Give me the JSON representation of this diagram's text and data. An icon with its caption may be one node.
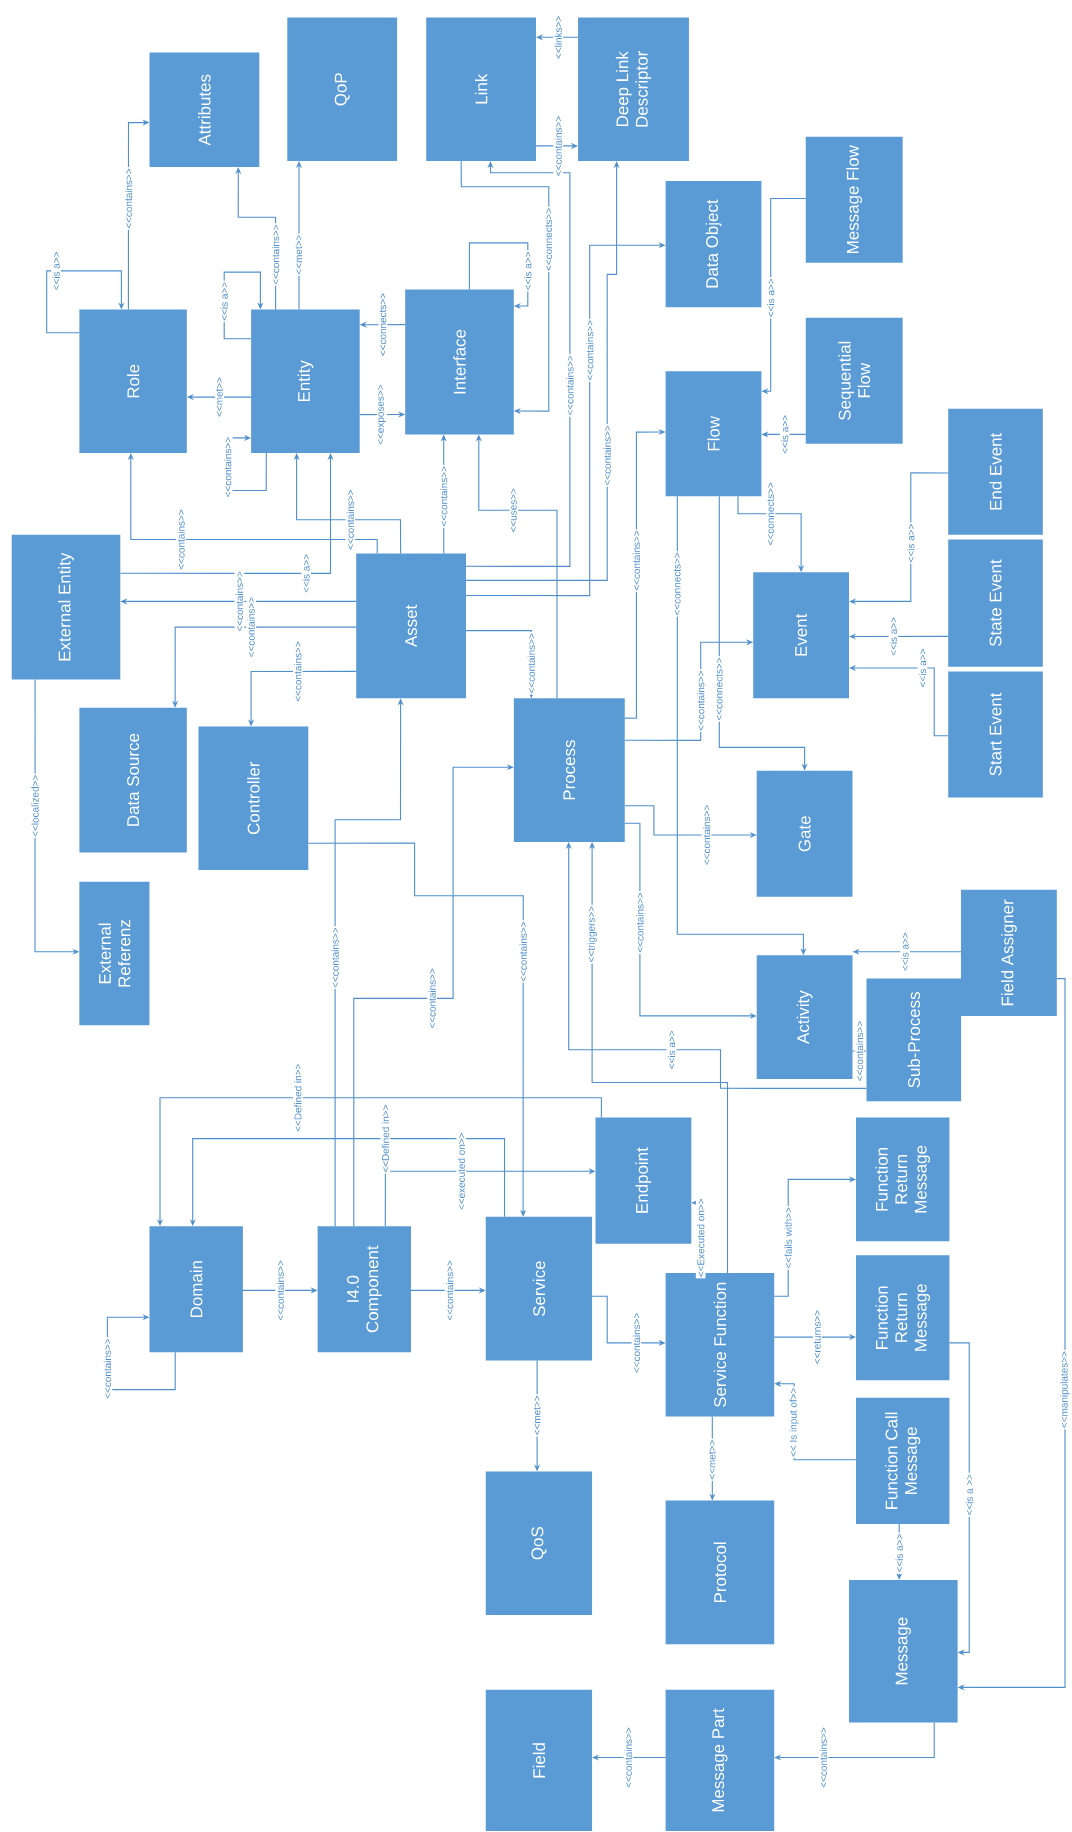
{
  "diagram": {
    "nodes": [
      {
        "text": [
          "Attributes"
        ]
      },
      {
        "text": [
          "QoP"
        ]
      },
      {
        "text": [
          "Link"
        ]
      },
      {
        "text": [
          "Deep Link Descriptor"
        ]
      },
      {
        "text": [
          "Message Flow"
        ]
      },
      {
        "text": [
          "Data Object"
        ]
      },
      {
        "text": [
          "Role"
        ]
      },
      {
        "text": [
          "Entity"
        ]
      },
      {
        "text": [
          "Interface"
        ]
      },
      {
        "text": [
          "Flow"
        ]
      },
      {
        "text": [
          "Sequential Flow"
        ]
      },
      {
        "text": [
          "External Entity"
        ]
      },
      {
        "text": [
          "Asset"
        ]
      },
      {
        "text": [
          "End Event"
        ]
      },
      {
        "text": [
          "State Event"
        ]
      },
      {
        "text": [
          "Start Event"
        ]
      },
      {
        "text": [
          "Event"
        ]
      },
      {
        "text": [
          "Data Source"
        ]
      },
      {
        "text": [
          "Controller"
        ]
      },
      {
        "text": [
          "Process"
        ]
      },
      {
        "text": [
          "Gate"
        ]
      },
      {
        "text": [
          "External Referenz"
        ]
      },
      {
        "text": [
          "Field Assigner"
        ]
      },
      {
        "text": [
          "Activity"
        ]
      },
      {
        "text": [
          "Sub-Process"
        ]
      },
      {
        "text": [
          "Endpoint"
        ]
      },
      {
        "text": [
          "Function Return Message"
        ]
      },
      {
        "text": [
          "Domain"
        ]
      },
      {
        "text": [
          "I4.0 Component"
        ]
      },
      {
        "text": [
          "Service"
        ]
      },
      {
        "text": [
          "Service Function"
        ]
      },
      {
        "text": [
          "Function Return Message"
        ]
      },
      {
        "text": [
          "Function Call Message"
        ]
      },
      {
        "text": [
          "QoS"
        ]
      },
      {
        "text": [
          "Protocol"
        ]
      },
      {
        "text": [
          "Message"
        ]
      },
      {
        "text": [
          "Field"
        ]
      },
      {
        "text": [
          "Message Part"
        ]
      }
    ],
    "edges": [
      {
        "from": 3,
        "to": 2,
        "arrow": "to",
        "label": "<<links>>"
      },
      {
        "from": 2,
        "to": 3,
        "arrow": "to",
        "label": "<<contains>>"
      },
      {
        "from": 6,
        "to": 0,
        "arrow": "to",
        "label": "<<contains>>"
      },
      {
        "from": 6,
        "to": 6,
        "arrow": "to",
        "label": "<<is a>>"
      },
      {
        "from": 7,
        "to": 0,
        "arrow": "to",
        "label": "<<contains>>"
      },
      {
        "from": 7,
        "to": 1,
        "arrow": "to",
        "label": "<<met>>"
      },
      {
        "from": 7,
        "to": 7,
        "arrow": "to",
        "label": "<<is a>>"
      },
      {
        "from": 7,
        "to": 6,
        "arrow": "to",
        "label": "<<met>>"
      },
      {
        "from": 7,
        "to": 7,
        "arrow": "to",
        "label": "<<contains>>"
      },
      {
        "from": 8,
        "to": 7,
        "arrow": "to",
        "label": "<<connects>>"
      },
      {
        "from": 7,
        "to": 8,
        "arrow": "to",
        "label": "<<exposes>>"
      },
      {
        "from": 8,
        "to": 8,
        "arrow": "to",
        "label": "<<is a>>"
      },
      {
        "from": 2,
        "to": 8,
        "arrow": "to",
        "label": "<<connects>>"
      },
      {
        "from": 12,
        "to": 2,
        "arrow": "to",
        "label": "<<contains>>"
      },
      {
        "from": 12,
        "to": 3,
        "arrow": "to",
        "label": "<<contains>>"
      },
      {
        "from": 12,
        "to": 5,
        "arrow": "to",
        "label": "<<contains>>"
      },
      {
        "from": 12,
        "to": 8,
        "arrow": "to",
        "label": "<<contains>>"
      },
      {
        "from": 19,
        "to": 8,
        "arrow": "to",
        "label": "<<uses>>"
      },
      {
        "from": 12,
        "to": 7,
        "arrow": "to",
        "label": "<<contains>>"
      },
      {
        "from": 11,
        "to": 7,
        "arrow": "to",
        "label": "<<is a>>"
      },
      {
        "from": 12,
        "to": 6,
        "arrow": "to",
        "label": "<<contains>>"
      },
      {
        "from": 12,
        "to": 11,
        "arrow": "to",
        "label": "<<contains>>"
      },
      {
        "from": 12,
        "to": 17,
        "arrow": "to",
        "label": "<<contains>>"
      },
      {
        "from": 12,
        "to": 18,
        "arrow": "to",
        "label": "<<contains>>"
      },
      {
        "from": 12,
        "to": 19,
        "arrow": "to",
        "label": "<<contains>>"
      },
      {
        "from": 19,
        "to": 9,
        "arrow": "to",
        "label": "<<contains>>"
      },
      {
        "from": 4,
        "to": 9,
        "arrow": "to",
        "label": "<<is a>>"
      },
      {
        "from": 10,
        "to": 9,
        "arrow": "to",
        "label": "<<is a>>"
      },
      {
        "from": 9,
        "to": 16,
        "arrow": "to",
        "label": "<<connects>>"
      },
      {
        "from": 13,
        "to": 16,
        "arrow": "to",
        "label": "<<is a>>"
      },
      {
        "from": 14,
        "to": 16,
        "arrow": "to",
        "label": "<<is a>>"
      },
      {
        "from": 15,
        "to": 16,
        "arrow": "to",
        "label": "<<is a>>"
      },
      {
        "from": 19,
        "to": 16,
        "arrow": "to",
        "label": "<<contains>>"
      },
      {
        "from": 9,
        "to": 20,
        "arrow": "to",
        "label": "<<connects>>"
      },
      {
        "from": 19,
        "to": 20,
        "arrow": "to",
        "label": "<<contains>>"
      },
      {
        "from": 9,
        "to": 23,
        "arrow": "to",
        "label": "<<connects>>"
      },
      {
        "from": 19,
        "to": 23,
        "arrow": "to",
        "label": "<<contains>>"
      },
      {
        "from": 22,
        "to": 23,
        "arrow": "to",
        "label": "<<is a>>"
      },
      {
        "from": 23,
        "to": 24,
        "arrow": "to",
        "label": "<<contains>>"
      },
      {
        "from": 24,
        "to": 19,
        "arrow": "to",
        "label": "<<is a>>"
      },
      {
        "from": 30,
        "to": 19,
        "arrow": "to",
        "label": "<<triggers>>"
      },
      {
        "from": 28,
        "to": 12,
        "arrow": "to",
        "label": "<<contains>>"
      },
      {
        "from": 18,
        "to": 29,
        "arrow": "to",
        "label": "<<contains>>"
      },
      {
        "from": 28,
        "to": 19,
        "arrow": "to",
        "label": "<<contains>>"
      },
      {
        "from": 25,
        "to": 27,
        "arrow": "to",
        "label": "<<Defined in>>"
      },
      {
        "from": 29,
        "to": 27,
        "arrow": "to",
        "label": "<<Defined in>>"
      },
      {
        "from": 28,
        "to": 25,
        "arrow": "to",
        "label": "<<executed on>>"
      },
      {
        "from": 30,
        "to": 25,
        "arrow": "to",
        "label": "<<Executed on>>"
      },
      {
        "from": 30,
        "to": 26,
        "arrow": "to",
        "label": "<<fails with>>"
      },
      {
        "from": 30,
        "to": 31,
        "arrow": "to",
        "label": "<<returns>>"
      },
      {
        "from": 32,
        "to": 30,
        "arrow": "to",
        "label": "<< Is input of>>"
      },
      {
        "from": 30,
        "to": 34,
        "arrow": "to",
        "label": "<<met>>"
      },
      {
        "from": 29,
        "to": 33,
        "arrow": "to",
        "label": "<<met>>"
      },
      {
        "from": 29,
        "to": 30,
        "arrow": "to",
        "label": "<<contains>>"
      },
      {
        "from": 27,
        "to": 28,
        "arrow": "to",
        "label": "<<contains>>"
      },
      {
        "from": 28,
        "to": 29,
        "arrow": "to",
        "label": "<<contains>>"
      },
      {
        "from": 27,
        "to": 27,
        "arrow": "to",
        "label": "<<contains>>"
      },
      {
        "from": 11,
        "to": 21,
        "arrow": "to",
        "label": "<<localized>>"
      },
      {
        "from": 31,
        "to": 35,
        "arrow": "to",
        "label": "<<is a >>"
      },
      {
        "from": 32,
        "to": 35,
        "arrow": "to",
        "label": "<<is a>>"
      },
      {
        "from": 22,
        "to": 35,
        "arrow": "to",
        "label": "<<manipulates>>"
      },
      {
        "from": 35,
        "to": 37,
        "arrow": "to",
        "label": "<<contains>>"
      },
      {
        "from": 37,
        "to": 36,
        "arrow": "to",
        "label": "<<contains>>"
      }
    ]
  }
}
